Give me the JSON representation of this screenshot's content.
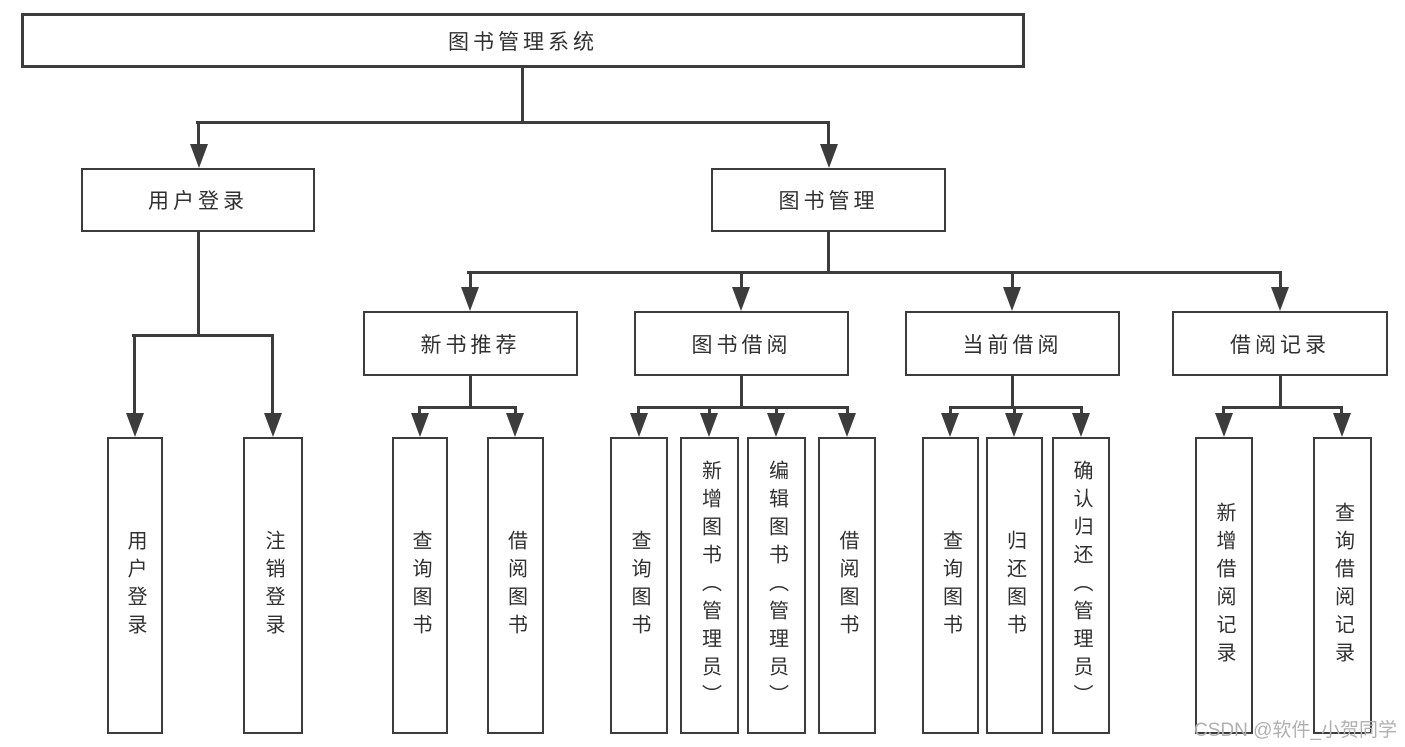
{
  "tree": {
    "label": "图书管理系统",
    "children": [
      {
        "label": "用户登录",
        "children": [
          {
            "label": "用户登录"
          },
          {
            "label": "注销登录"
          }
        ]
      },
      {
        "label": "图书管理",
        "children": [
          {
            "label": "新书推荐",
            "children": [
              {
                "label": "查询图书"
              },
              {
                "label": "借阅图书"
              }
            ]
          },
          {
            "label": "图书借阅",
            "children": [
              {
                "label": "查询图书"
              },
              {
                "label": "新增图书（管理员）"
              },
              {
                "label": "编辑图书（管理员）"
              },
              {
                "label": "借阅图书"
              }
            ]
          },
          {
            "label": "当前借阅",
            "children": [
              {
                "label": "查询图书"
              },
              {
                "label": "归还图书"
              },
              {
                "label": "确认归还（管理员）"
              }
            ]
          },
          {
            "label": "借阅记录",
            "children": [
              {
                "label": "新增借阅记录"
              },
              {
                "label": "查询借阅记录"
              }
            ]
          }
        ]
      }
    ]
  },
  "watermark": {
    "text": "CSDN @软件_小贺同学"
  },
  "colors": {
    "line": "#3c3c3c",
    "text": "#303030",
    "watermark": "#b0b0b0",
    "background": "#ffffff"
  }
}
